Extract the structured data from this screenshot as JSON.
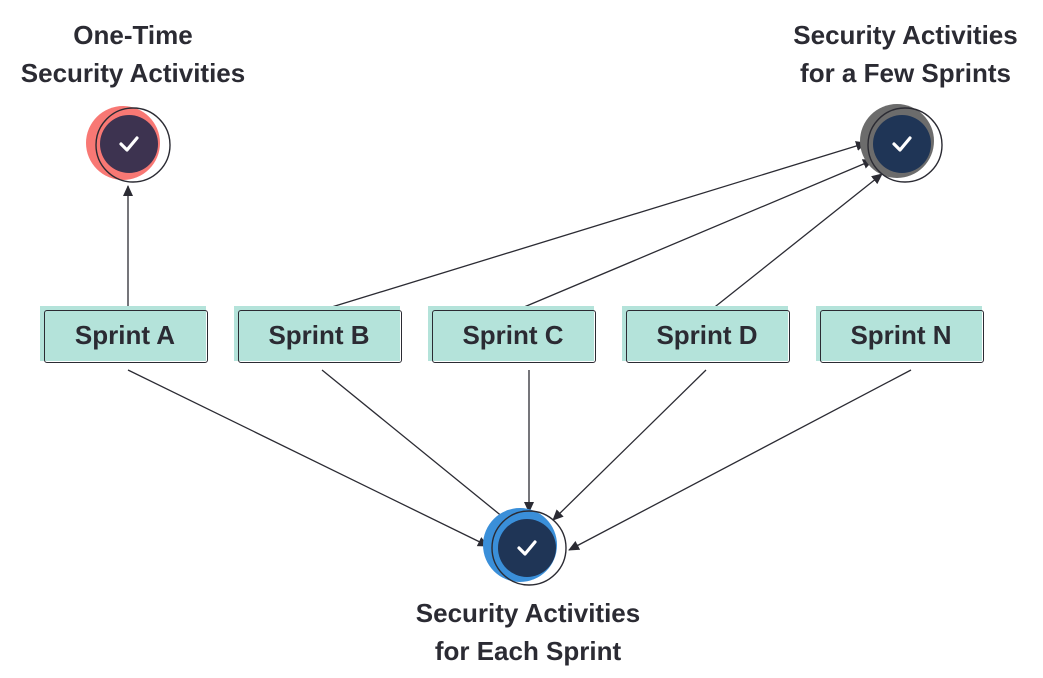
{
  "labels": {
    "one_time": [
      "One-Time",
      "Security Activities"
    ],
    "few_sprints": [
      "Security Activities",
      "for a Few Sprints"
    ],
    "each_sprint": [
      "Security Activities",
      "for Each Sprint"
    ]
  },
  "sprints": [
    {
      "id": "a",
      "label": "Sprint A"
    },
    {
      "id": "b",
      "label": "Sprint B"
    },
    {
      "id": "c",
      "label": "Sprint C"
    },
    {
      "id": "d",
      "label": "Sprint D"
    },
    {
      "id": "n",
      "label": "Sprint N"
    }
  ],
  "colors": {
    "one_time_accent": "#f87874",
    "few_sprints_accent": "#6c6c6c",
    "each_sprint_accent": "#3a8fd9",
    "node_core": "#1f3556",
    "sprint_fill": "#b4e3da",
    "line": "#2b2b33"
  },
  "icons": {
    "node_icon": "checkmark-icon"
  }
}
